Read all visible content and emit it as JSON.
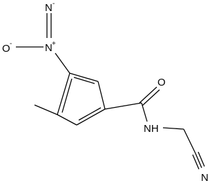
{
  "diagram": {
    "atoms": {
      "nitro_o_minus": "O",
      "nitro_o_minus_charge": "-",
      "nitro_n": "N",
      "nitro_n_charge": "+",
      "carbonyl_o": "O",
      "amide_nh": "NH",
      "nitrile_n": "N"
    }
  }
}
